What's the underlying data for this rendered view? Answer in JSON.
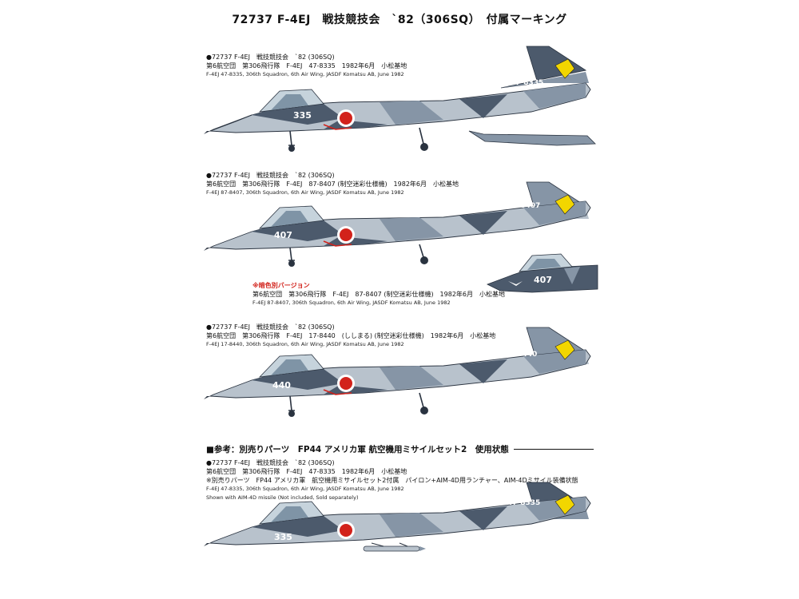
{
  "page": {
    "title": "72737 F-4EJ　戦技競技会　`82（306SQ）　付属マーキング"
  },
  "aircraft": [
    {
      "lines": [
        "●72737 F-4EJ　戦技競技会　`82 (306SQ)",
        "第6航空団　第306飛行隊　F-4EJ　47-8335　1982年6月　小松基地",
        "F-4EJ 47-8335, 306th Squadron, 6th Air Wing, JASDF Komatsu AB, June 1982"
      ],
      "nose_number": "335",
      "tail_number": "47-8335"
    },
    {
      "lines": [
        "●72737 F-4EJ　戦技競技会　`82 (306SQ)",
        "第6航空団　第306飛行隊　F-4EJ　87-8407 (制空迷彩仕様機)　1982年6月　小松基地",
        "F-4EJ 87-8407, 306th Squadron, 6th Air Wing, JASDF Komatsu AB, June 1982"
      ],
      "nose_number": "407",
      "tail_number": "87-8407"
    },
    {
      "lines": [
        "●72737 F-4EJ　戦技競技会　`82 (306SQ)",
        "第6航空団　第306飛行隊　F-4EJ　17-8440　(ししまる) (制空迷彩仕様機)　1982年6月　小松基地",
        "F-4EJ 17-8440, 306th Squadron, 6th Air Wing, JASDF Komatsu AB, June 1982"
      ],
      "nose_number": "440",
      "tail_number": "17-8440"
    },
    {
      "lines": [
        "●72737 F-4EJ　戦技競技会　`82 (306SQ)",
        "第6航空団　第306飛行隊　F-4EJ　47-8335　1982年6月　小松基地",
        "※別売りパーツ　FP44 アメリカ軍　航空機用ミサイルセット2付属　パイロン+AIM-4D用ランチャー、AIM-4Dミサイル装備状態",
        "F-4EJ 47-8335, 306th Squadron, 6th Air Wing, JASDF Komatsu AB, June 1982",
        "Shown with AIM-4D missile (Not included, Sold separately)"
      ],
      "nose_number": "335",
      "tail_number": "47-8335"
    }
  ],
  "variant": {
    "label": "※暗色別バージョン",
    "lines": [
      "第6航空団　第306飛行隊　F-4EJ　87-8407 (制空迷彩仕様機)　1982年6月　小松基地",
      "F-4EJ 87-8407, 306th Squadron, 6th Air Wing, JASDF Komatsu AB, June 1982"
    ],
    "nose_number": "407"
  },
  "reference": {
    "title": "■参考：別売りパーツ　FP44 アメリカ軍 航空機用ミサイルセット2　使用状態"
  },
  "colors": {
    "camo_dark": "#4c5a6c",
    "camo_mid": "#8695a6",
    "camo_light": "#b8c2cc",
    "hinomaru": "#d2221b"
  }
}
